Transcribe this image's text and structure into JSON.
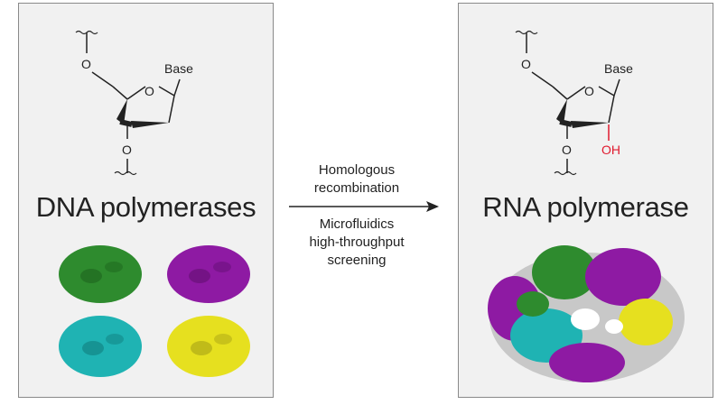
{
  "left": {
    "title": "DNA polymerases",
    "base_label": "Base",
    "o_labels": [
      "O",
      "O",
      "O"
    ],
    "protein_colors": [
      "#2e8b2e",
      "#8e1aa3",
      "#1fb3b3",
      "#e6e01f"
    ]
  },
  "right": {
    "title": "RNA polymerase",
    "base_label": "Base",
    "o_labels": [
      "O",
      "O",
      "O"
    ],
    "oh_label": "OH",
    "protein_colors": [
      "#2e8b2e",
      "#8e1aa3",
      "#1fb3b3",
      "#e6e01f",
      "#c8c8c8"
    ]
  },
  "arrow": {
    "above": [
      "Homologous",
      "recombination"
    ],
    "below": [
      "Microfluidics",
      "high-throughput",
      "screening"
    ]
  },
  "colors": {
    "oh": "#e0192e",
    "arrow": "#222222"
  }
}
